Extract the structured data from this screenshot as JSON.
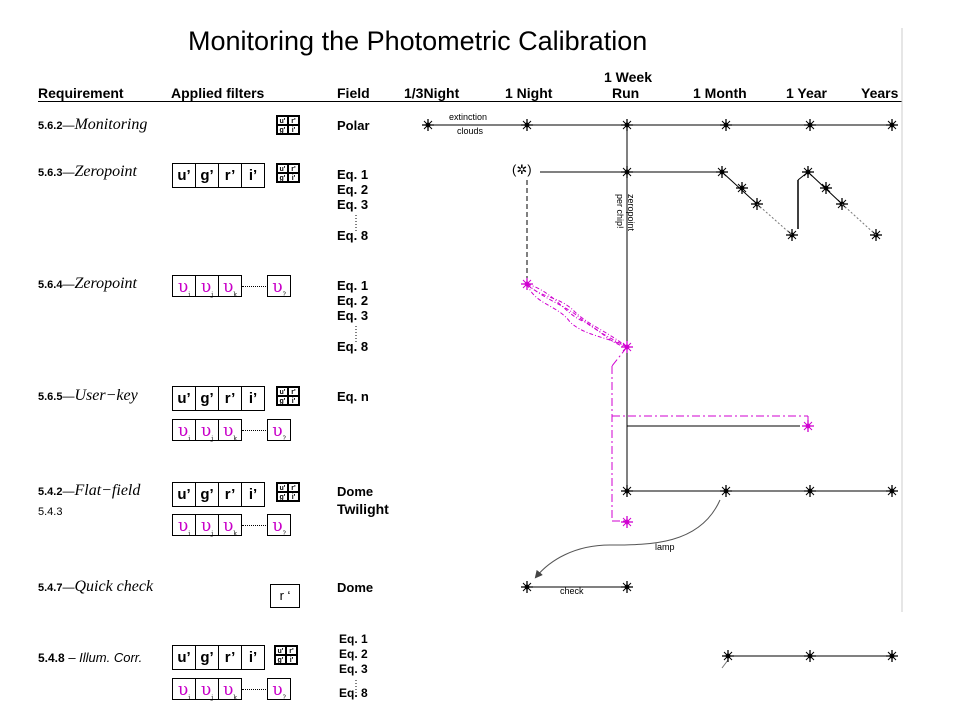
{
  "title": "Monitoring the Photometric Calibration",
  "headers": {
    "requirement": "Requirement",
    "filters": "Applied filters",
    "field": "Field",
    "third_night": "1/3Night",
    "night": "1 Night",
    "week_line1": "1 Week",
    "week_line2": "Run",
    "month": "1 Month",
    "year": "1 Year",
    "years": "Years"
  },
  "filters": {
    "u": "u’",
    "g": "g’",
    "r": "r’",
    "i": "i’",
    "mini_u": "u'",
    "mini_r": "r'",
    "mini_g": "g'",
    "mini_i": "i'",
    "p_symbol": "υ",
    "p_i": "i",
    "p_j": "j",
    "p_k": "k",
    "p_q": "?",
    "r_single": "r ‘"
  },
  "rows": {
    "monitoring": {
      "num": "5.6.2",
      "name": "Monitoring",
      "field": "Polar"
    },
    "zeropoint1": {
      "num": "5.6.3",
      "name": "Zeropoint",
      "field1": "Eq. 1",
      "field2": "Eq. 2",
      "field3": "Eq. 3",
      "field8": "Eq. 8"
    },
    "zeropoint2": {
      "num": "5.6.4",
      "name": "Zeropoint",
      "field1": "Eq. 1",
      "field2": "Eq. 2",
      "field3": "Eq. 3",
      "field8": "Eq. 8"
    },
    "userkey": {
      "num": "5.6.5",
      "name": "User−key",
      "field": "Eq. n"
    },
    "flatfield": {
      "num": "5.4.2",
      "num2": "5.4.3",
      "name": "Flat−field",
      "field1": "Dome",
      "field2": "Twilight"
    },
    "quickcheck": {
      "num": "5.4.7",
      "name": "Quick check",
      "field": "Dome"
    },
    "illum": {
      "num": "5.4.8",
      "name": "Illum. Corr.",
      "field1": "Eq. 1",
      "field2": "Eq. 2",
      "field3": "Eq. 3",
      "field8": "Eq. 8"
    }
  },
  "annotations": {
    "extinction": "extinction",
    "clouds": "clouds",
    "zeropoint_v": "zeropoint",
    "perchip_v": "per chip!",
    "lamp": "lamp",
    "check": "check",
    "paren_mark": "(✲)"
  },
  "colors": {
    "magenta": "#d000d0",
    "black": "#000000"
  }
}
